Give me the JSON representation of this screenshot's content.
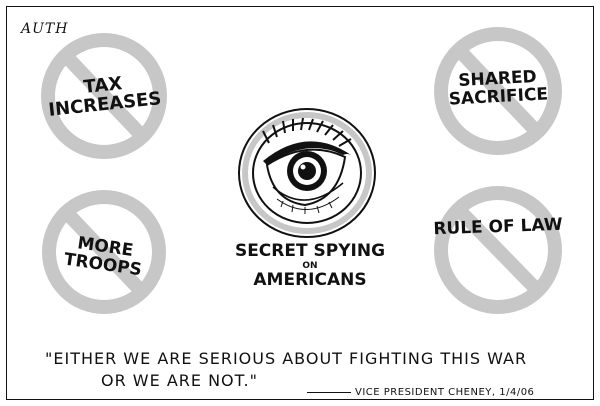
{
  "signature": "AUTH",
  "signs": {
    "tax": "Tax Increases",
    "shared": "Shared Sacrifice",
    "troops": "More Troops",
    "rule": "Rule of Law"
  },
  "center_caption": {
    "line1": "Secret Spying",
    "line2": "on",
    "line3": "Americans"
  },
  "quote": {
    "line1": "\"Either we are serious about fighting this war",
    "line2": "or we are not.\""
  },
  "attribution": "Vice President Cheney, 1/4/06",
  "colors": {
    "prohibition_gray": "#c7c7c7",
    "ink": "#111111"
  }
}
